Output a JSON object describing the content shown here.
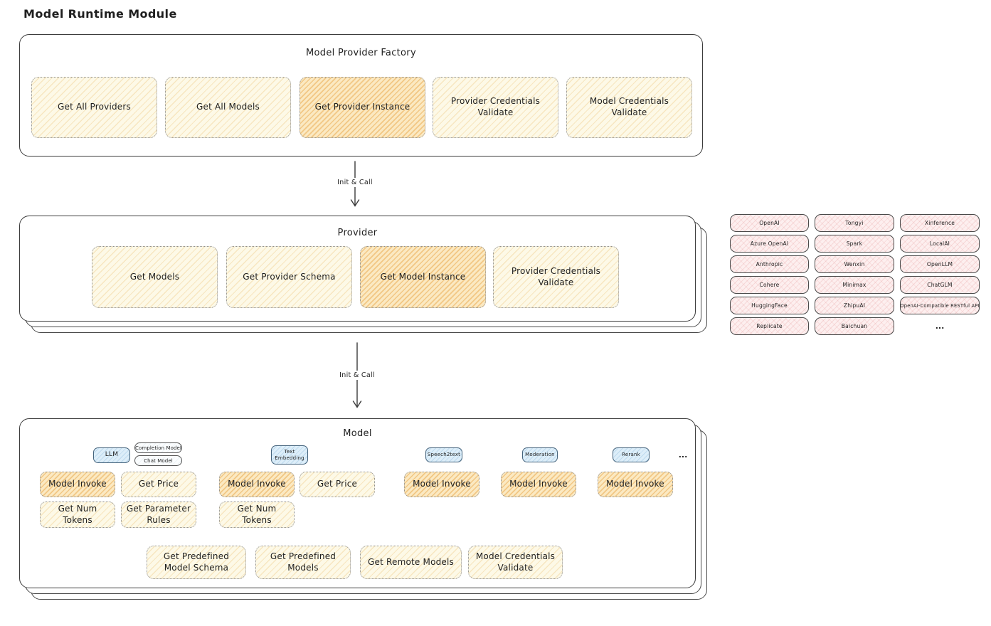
{
  "page": {
    "title": "Model Runtime Module"
  },
  "colors": {
    "node_fill": "#fdf9e7",
    "node_highlight_fill": "#fbe9c2",
    "provider_chip_fill": "#fdefef",
    "model_type_chip_fill": "#ddeef9",
    "ink": "#1f1f1f"
  },
  "factory": {
    "title": "Model Provider Factory",
    "boxes": [
      {
        "label": "Get All Providers"
      },
      {
        "label": "Get All Models"
      },
      {
        "label": "Get Provider Instance",
        "highlighted": true
      },
      {
        "label": "Provider Credentials Validate"
      },
      {
        "label": "Model Credentials Validate"
      }
    ]
  },
  "flow": {
    "arrow1_label": "Init & Call",
    "arrow2_label": "Init & Call"
  },
  "provider": {
    "title": "Provider",
    "boxes": [
      {
        "label": "Get Models"
      },
      {
        "label": "Get Provider Schema"
      },
      {
        "label": "Get Model Instance",
        "highlighted": true
      },
      {
        "label": "Provider Credentials Validate"
      }
    ]
  },
  "providers_grid": {
    "items": [
      "OpenAI",
      "Tongyi",
      "Xinference",
      "Azure OpenAI",
      "Spark",
      "LocalAI",
      "Anthropic",
      "Wenxin",
      "OpenLLM",
      "Cohere",
      "Minimax",
      "ChatGLM",
      "HuggingFace",
      "ZhipuAI",
      "OpenAI-Compatible RESTful API",
      "Replicate",
      "Baichuan"
    ],
    "more": "..."
  },
  "model": {
    "title": "Model",
    "chips": {
      "llm": "LLM",
      "completion_model": "Completion Model",
      "chat_model": "Chat Model",
      "text_embedding": "Text Embedding",
      "speech2text": "Speech2text",
      "moderation": "Moderation",
      "rerank": "Rerank",
      "more": "..."
    },
    "ops": {
      "model_invoke": "Model Invoke",
      "get_price": "Get Price",
      "get_num_tokens": "Get Num Tokens",
      "get_parameter_rules": "Get Parameter Rules",
      "get_predefined_model_schema": "Get Predefined Model Schema",
      "get_predefined_models": "Get Predefined Models",
      "get_remote_models": "Get Remote Models",
      "model_credentials_validate": "Model Credentials Validate"
    }
  }
}
